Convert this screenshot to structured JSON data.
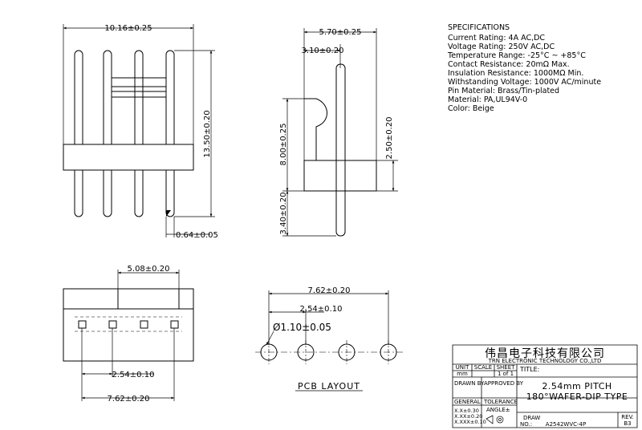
{
  "specifications": {
    "heading": "SPECIFICATIONS",
    "lines": [
      "Current Rating: 4A AC,DC",
      "Voltage Rating: 250V AC,DC",
      "Temperature Range: -25°C ~ +85°C",
      "Contact Resistance: 20mΩ Max.",
      "Insulation Resistance: 1000MΩ Min.",
      "Withstanding Voltage: 1000V AC/minute",
      "Pin Material: Brass/Tin-plated",
      "Material: PA,UL94V-0",
      "Color: Beige"
    ]
  },
  "front_view": {
    "width_dim": "10.16±0.25",
    "height_dim": "13.50±0.20",
    "pin_dim": "0.64±0.05"
  },
  "side_view": {
    "depth_dim": "5.70±0.25",
    "offset_dim": "3.10±0.20",
    "body_height_dim": "8.00±0.25",
    "base_dim": "2.50±0.20",
    "tail_dim": "3.40±0.20"
  },
  "top_view": {
    "lock_dim": "5.08±0.20",
    "pitch_dim": "2.54±0.10",
    "span_dim": "7.62±0.20"
  },
  "pcb_layout": {
    "span_dim": "7.62±0.20",
    "pitch_dim": "2.54±0.10",
    "hole_dim": "Ø1.10±0.05",
    "label": "PCB LAYOUT"
  },
  "title_block": {
    "company_cn": "伟昌电子科技有限公司",
    "company_en": "TRN ELECTRONIC TECHNOLOGY CO.,LTD",
    "unit_label": "UNIT",
    "unit_value": "mm",
    "scale_label": "SCALE",
    "sheet_label": "SHEET",
    "sheet_value": "1 of 1",
    "title_label": "TITLE:",
    "title_line1": "2.54mm PITCH",
    "title_line2": "180°WAFER-DIP TYPE",
    "drawn_by_label": "DRAWN BY",
    "approved_by_label": "APPROVED BY",
    "general_label": "GENERAL",
    "tolerance_label": "TOLERANCE",
    "tol_x": "X.X±0.30",
    "tol_xx": "X.XX±0.20",
    "tol_xxx": "X.XXX±0.10",
    "angle_label": "ANGLE±",
    "draw_label": "DRAW",
    "no_label": "NO.:",
    "drawing_no": "A2542WVC-4P",
    "rev_label": "REV.",
    "rev_value": "B3"
  }
}
